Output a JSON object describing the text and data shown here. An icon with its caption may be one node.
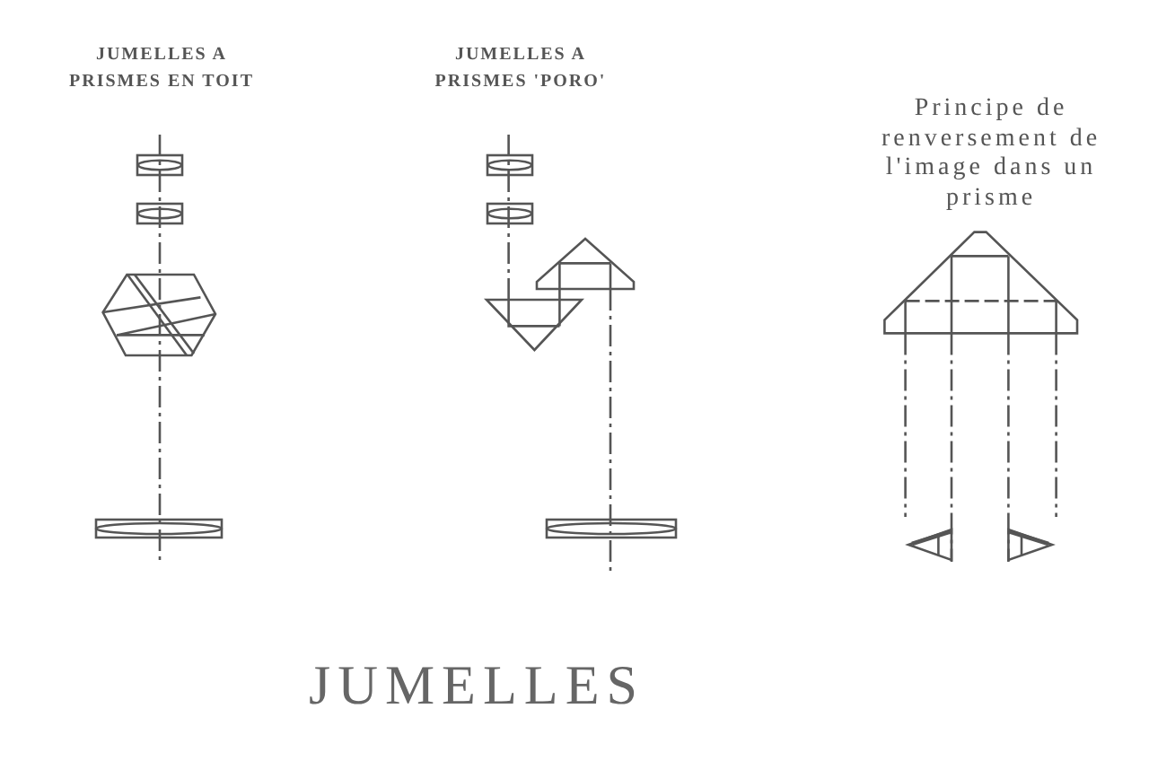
{
  "diagram": {
    "title": "JUMELLES",
    "labels": [
      "JUMELLES A PRISMES EN TOIT",
      "JUMELLES A PRISMES 'PORO'",
      "Principe de renversement de l'image dans un prisme"
    ]
  }
}
